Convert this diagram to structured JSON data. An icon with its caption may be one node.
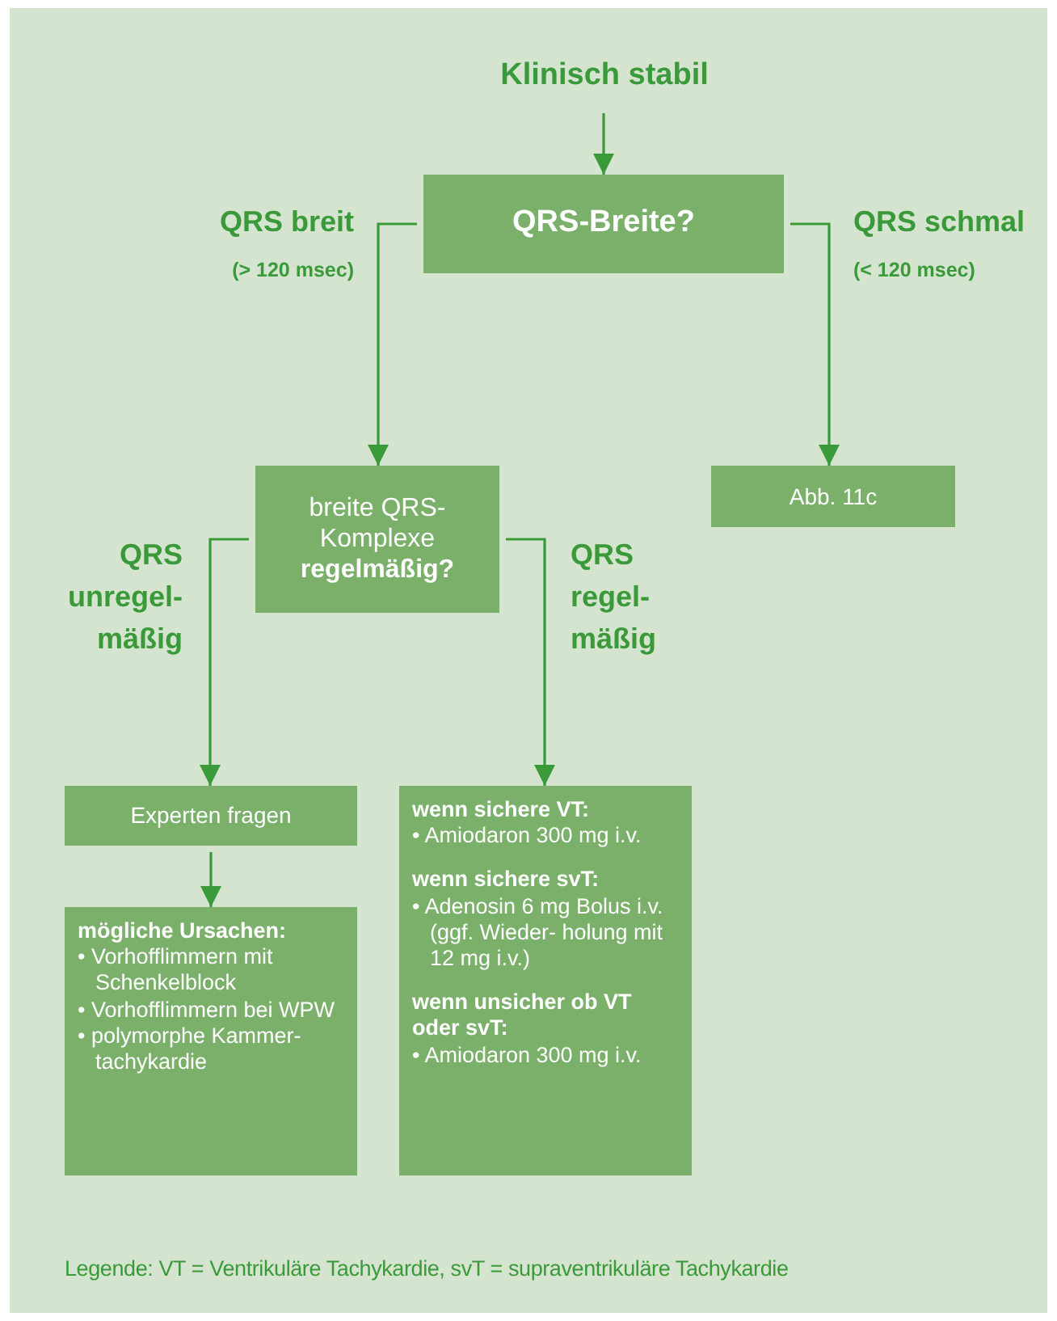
{
  "diagram": {
    "nodes": [
      {
        "text": [
          "Klinisch stabil"
        ]
      },
      {
        "text": [
          "QRS-Breite?"
        ]
      },
      {
        "text": [
          "breite QRS-Komplexe **regelmäßig?**"
        ]
      },
      {
        "text": [
          "Abb. 11c"
        ]
      },
      {
        "text": [
          "Experten fragen"
        ]
      },
      {
        "text": [
          "**wenn sichere VT:**",
          "• Amiodaron 300 mg i.v.",
          "**wenn sichere svT:**",
          "• Adenosin 6 mg Bolus i.v. (ggf. Wieder- holung mit 12 mg i.v.)",
          "**wenn unsicher ob VT oder svT:**",
          "• Amiodaron 300 mg i.v."
        ]
      },
      {
        "text": [
          "**mögliche Ursachen:**",
          "• Vorhofflimmern mit Schenkelblock",
          "• Vorhofflimmern bei WPW",
          "• polymorphe Kammer- tachykardie"
        ]
      }
    ],
    "edges": [
      {
        "from": 0,
        "to": 1,
        "arrow": "to"
      },
      {
        "from": 1,
        "to": 2,
        "arrow": "to",
        "label": "QRS breit"
      },
      {
        "from": 1,
        "to": 3,
        "arrow": "to",
        "label": "QRS schmal"
      },
      {
        "from": 2,
        "to": 4,
        "arrow": "to",
        "label": "QRS unregel- mäßig"
      },
      {
        "from": 2,
        "to": 5,
        "arrow": "to",
        "label": "QRS regel- mäßig"
      },
      {
        "from": 4,
        "to": 6,
        "arrow": "to"
      }
    ],
    "labels": [
      "(> 120 msec)",
      "(< 120 msec)",
      "Legende: VT = Ventrikuläre Tachykardie, svT = supraventrikuläre Tachykardie"
    ]
  }
}
